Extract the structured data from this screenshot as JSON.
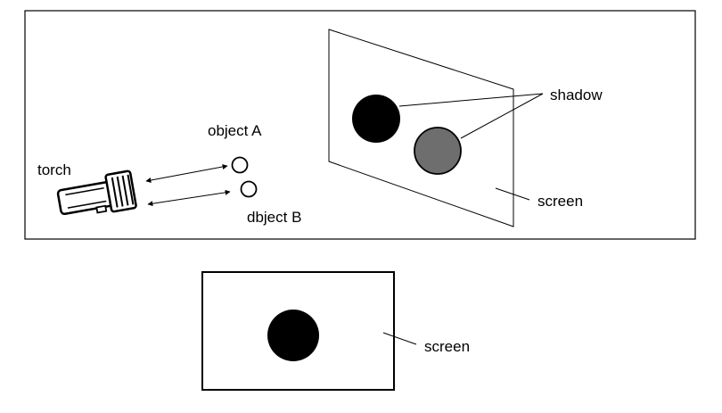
{
  "top_panel": {
    "torch_label": "torch",
    "object_a_label": "object A",
    "object_b_label": "dbject B",
    "shadow_label": "shadow",
    "screen_label": "screen"
  },
  "bottom_panel": {
    "screen_label": "screen"
  },
  "colors": {
    "line": "#000000",
    "shadow_dark": "#000000",
    "shadow_gray": "#6e6e6e",
    "background": "#ffffff"
  }
}
